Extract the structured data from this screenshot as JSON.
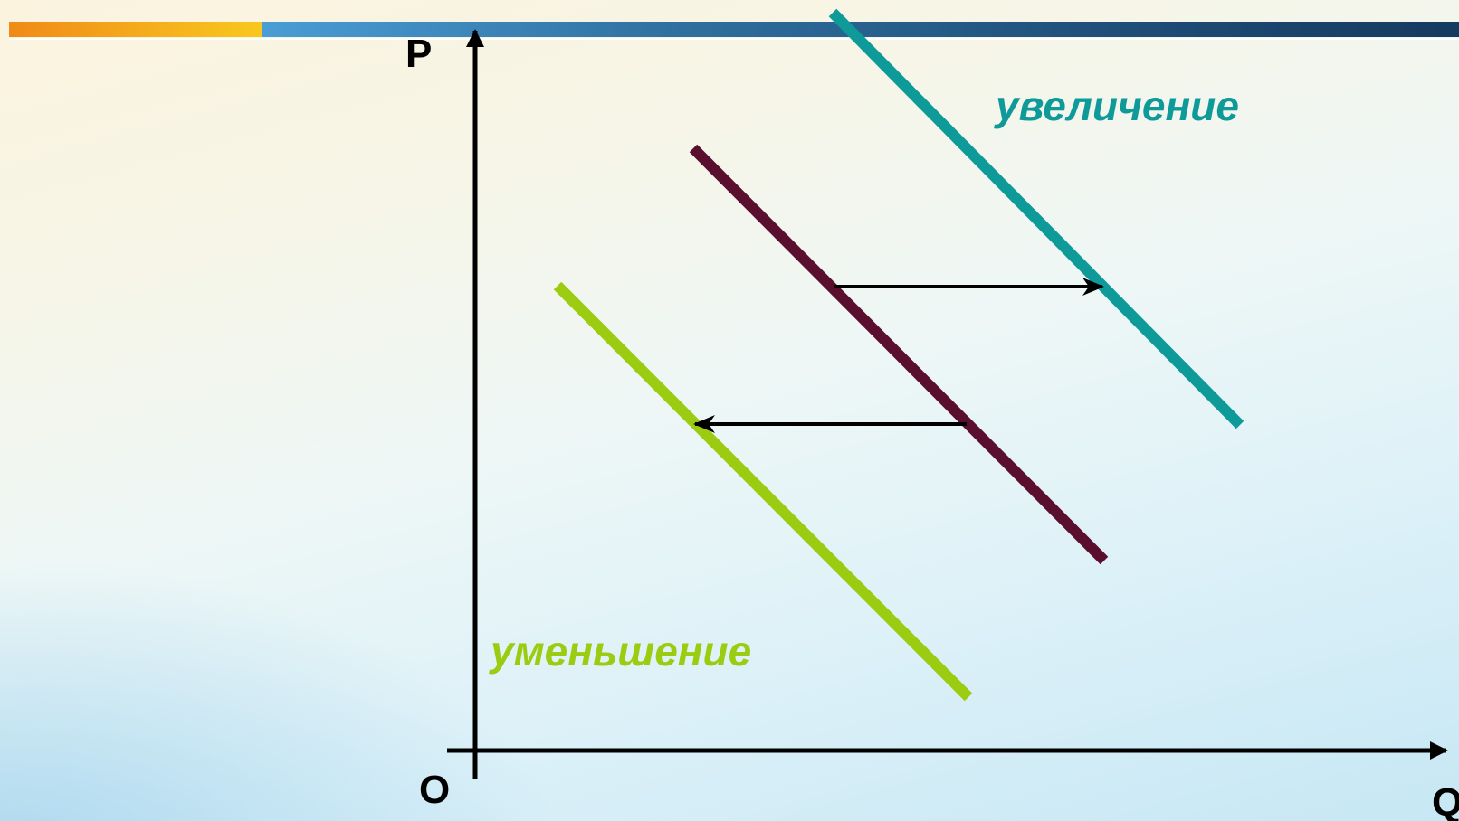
{
  "diagram": {
    "axes": {
      "y_label": "P",
      "x_label": "Q",
      "origin_label": "O"
    },
    "labels": {
      "increase": "увеличение",
      "decrease": "уменьшение"
    },
    "colors": {
      "original_curve": "#5a0f2e",
      "increase_curve": "#0f9a9a",
      "decrease_curve": "#9ccc12",
      "arrows": "#000000",
      "axes": "#000000",
      "header_orange": "#f5a31c",
      "header_blue": "#1f4f7a"
    },
    "shifts": [
      "rightward shift to increase curve",
      "leftward shift to decrease curve"
    ]
  }
}
